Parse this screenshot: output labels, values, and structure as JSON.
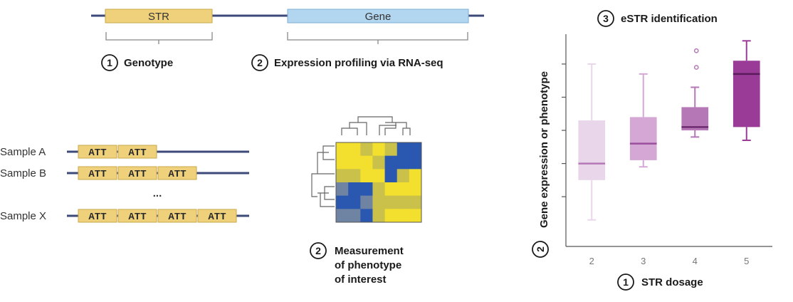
{
  "gene_diagram": {
    "str_label": "STR",
    "gene_label": "Gene",
    "step1_number": "1",
    "step1_label": "Genotype",
    "step2_number": "2",
    "step2_label": "Expression profiling via RNA-seq"
  },
  "samples": {
    "repeat_unit": "ATT",
    "rows": [
      {
        "label": "Sample A",
        "repeats": 2
      },
      {
        "label": "Sample B",
        "repeats": 3
      },
      {
        "label": "Sample X",
        "repeats": 4
      }
    ],
    "ellipsis": "..."
  },
  "heatmap": {
    "step_number": "2",
    "caption_line1": "Measurement",
    "caption_line2": "of phenotype",
    "caption_line3": "of interest",
    "colors": {
      "yellow": "#f2df2e",
      "blue": "#2a57b0",
      "olive": "#c9c14a",
      "gray_blue": "#6f84a3"
    }
  },
  "chart_data": {
    "type": "box",
    "title_number": "3",
    "title": "eSTR identification",
    "ylabel_number": "2",
    "ylabel": "Gene expression or phenotype",
    "xlabel_number": "1",
    "xlabel": "STR dosage",
    "categories": [
      "2",
      "3",
      "4",
      "5"
    ],
    "boxes": [
      {
        "whisker_low": 0.3,
        "q1": 1.5,
        "median": 2.0,
        "q3": 3.3,
        "whisker_high": 5.0,
        "outliers": []
      },
      {
        "whisker_low": 1.9,
        "q1": 2.1,
        "median": 2.6,
        "q3": 3.4,
        "whisker_high": 4.7,
        "outliers": []
      },
      {
        "whisker_low": 2.8,
        "q1": 3.0,
        "median": 3.1,
        "q3": 3.7,
        "whisker_high": 4.3,
        "outliers": [
          4.9,
          5.4
        ]
      },
      {
        "whisker_low": 2.7,
        "q1": 3.1,
        "median": 4.7,
        "q3": 5.1,
        "whisker_high": 5.7,
        "outliers": []
      }
    ],
    "ylim": [
      -0.5,
      5.9
    ],
    "yticks": [
      1,
      2,
      3,
      4,
      5
    ],
    "grid": false,
    "colors": [
      "#ead6ea",
      "#d5a7d5",
      "#b677b6",
      "#9a3c97"
    ],
    "median_colors": [
      "#b479b6",
      "#9a4f9d",
      "#6e2a70",
      "#5a1a5c"
    ]
  }
}
